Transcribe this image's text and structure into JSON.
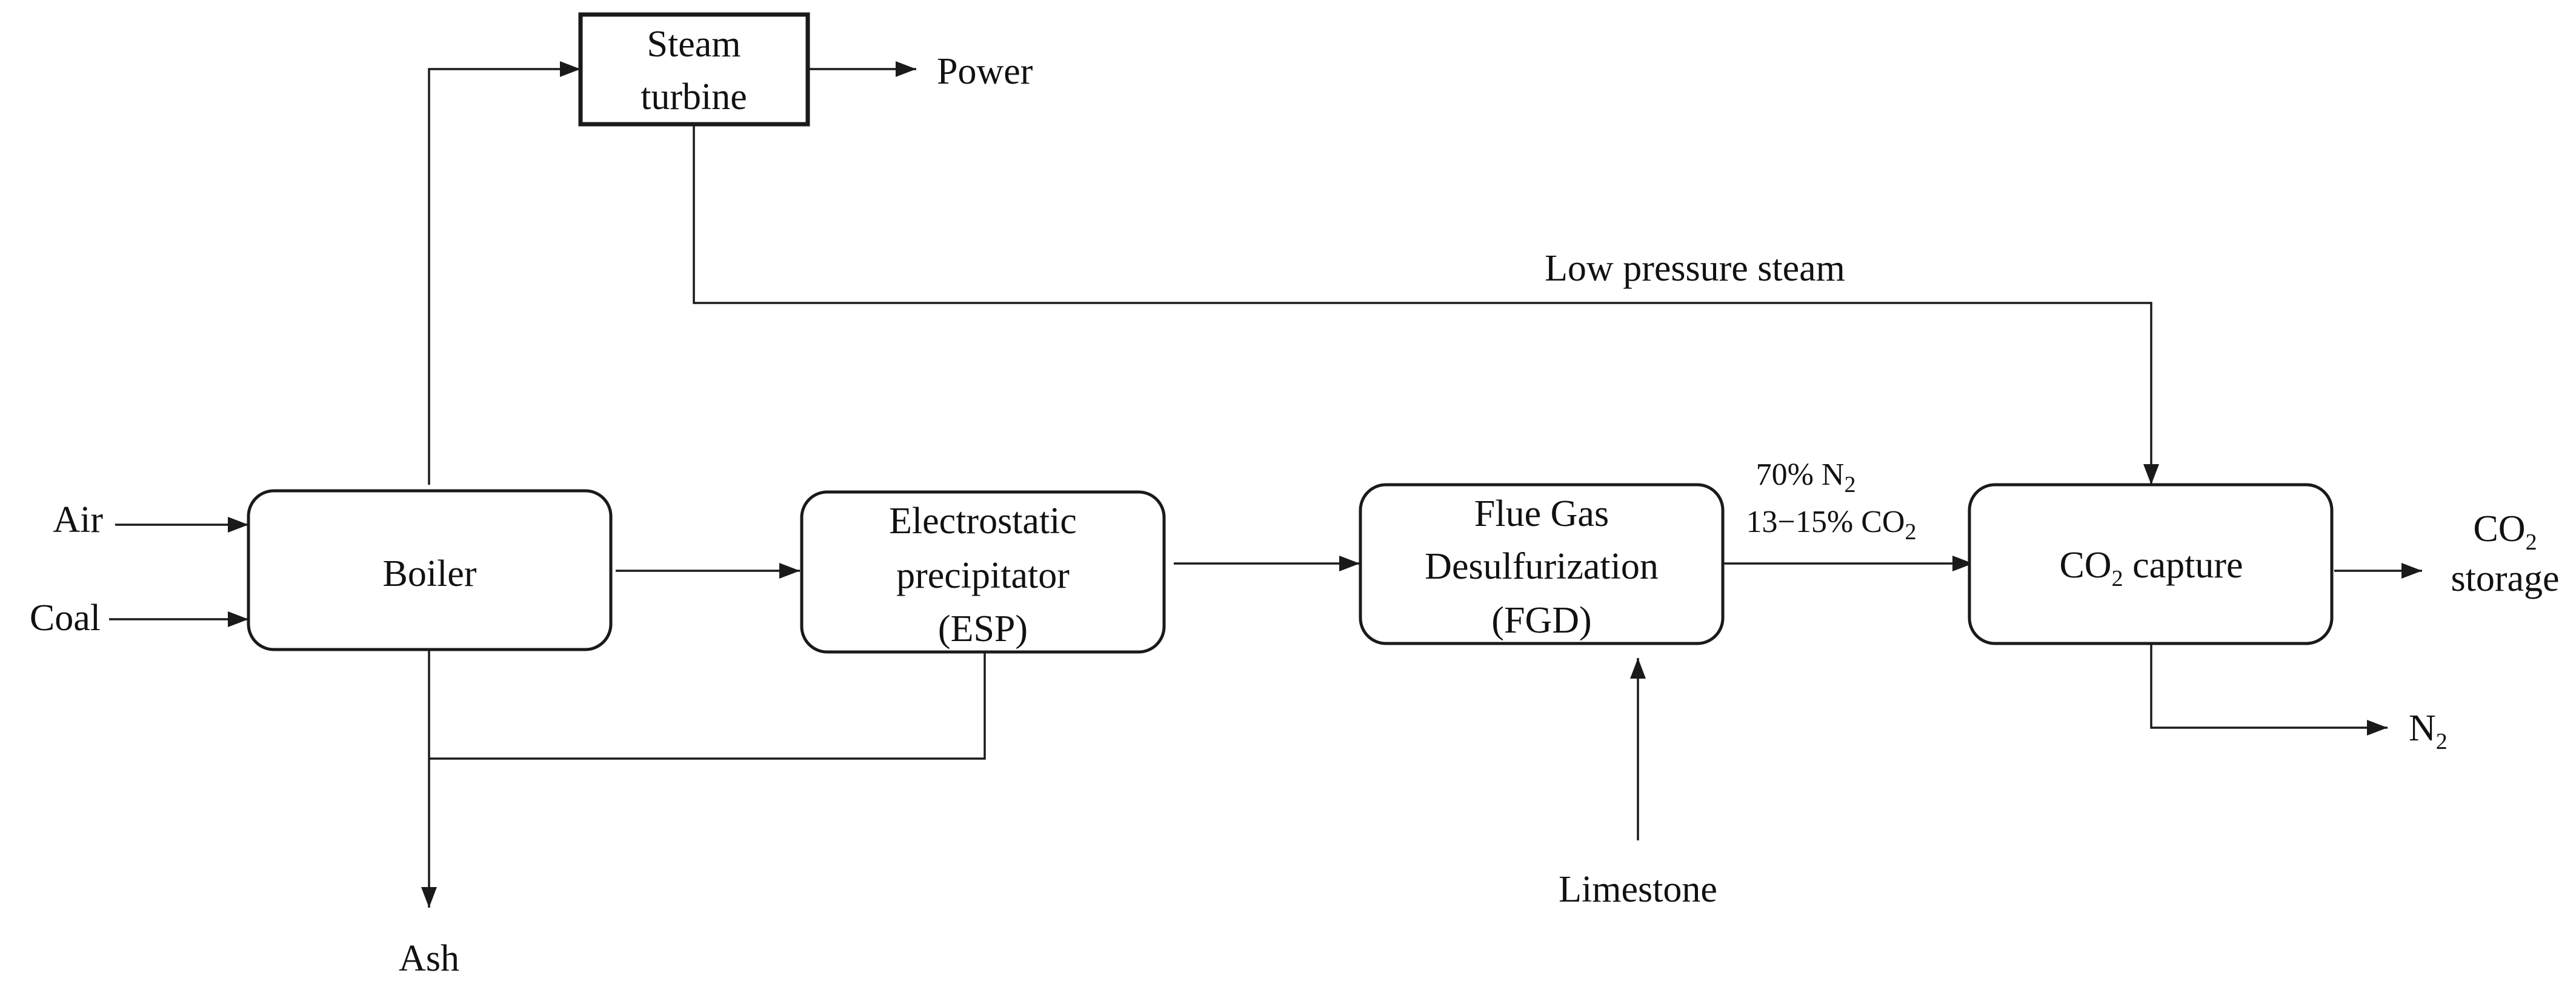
{
  "blocks": {
    "steam_turbine": [
      "Steam",
      "turbine"
    ],
    "boiler": "Boiler",
    "esp": [
      "Electrostatic",
      "precipitator",
      "(ESP)"
    ],
    "fgd": [
      "Flue Gas",
      "Desulfurization",
      "(FGD)"
    ],
    "co2_capture": {
      "pre": "CO",
      "sub": "2",
      "post": " capture"
    }
  },
  "streams": {
    "air": "Air",
    "coal": "Coal",
    "power": "Power",
    "ash": "Ash",
    "limestone": "Limestone",
    "low_pressure_steam": "Low pressure steam",
    "flue_gas_n2": {
      "pre": "70% N",
      "sub": "2"
    },
    "flue_gas_co2": {
      "pre": "13−15% CO",
      "sub": "2"
    },
    "co2_storage": {
      "pre": "CO",
      "sub": "2",
      "line2": "storage"
    },
    "n2": {
      "pre": "N",
      "sub": "2"
    }
  },
  "colors": {
    "line": "#1a1a1a",
    "text": "#111111",
    "background": "#ffffff"
  }
}
